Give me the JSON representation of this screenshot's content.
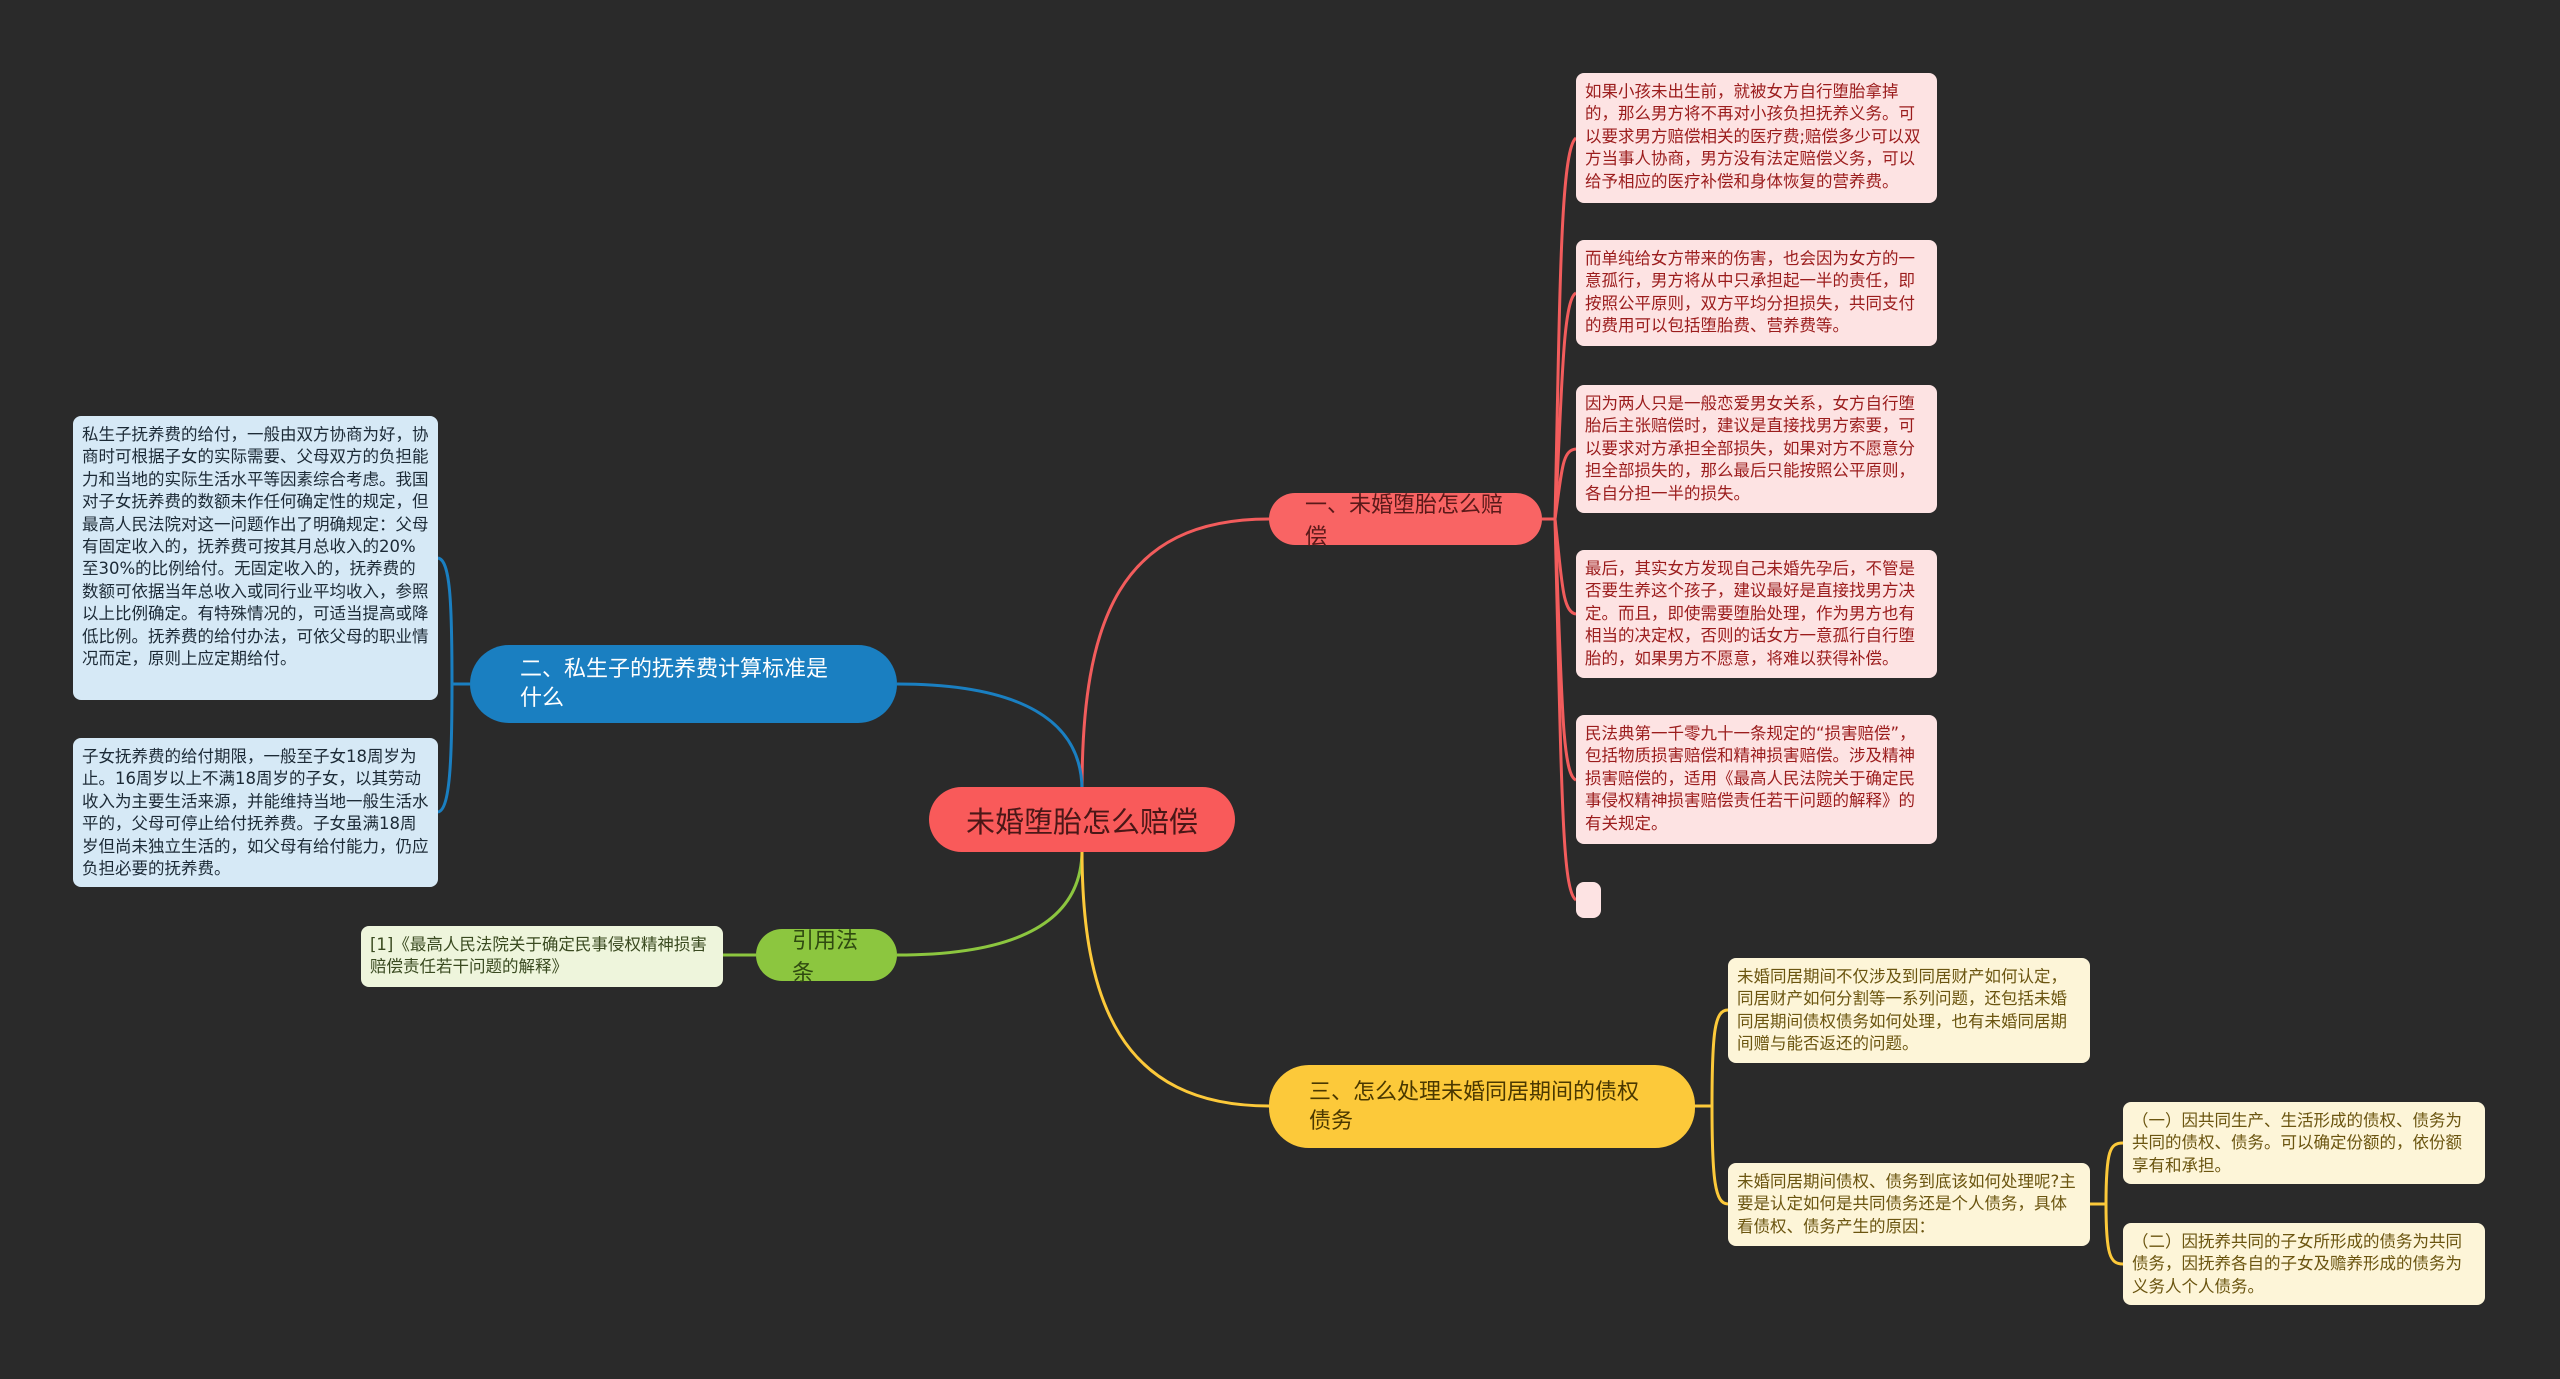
{
  "center": {
    "label": "未婚堕胎怎么赔偿"
  },
  "branches": [
    {
      "label": "一、未婚堕胎怎么赔偿",
      "color": "#f96464",
      "children": [
        "如果小孩未出生前，就被女方自行堕胎拿掉的，那么男方将不再对小孩负担抚养义务。可以要求男方赔偿相关的医疗费;赔偿多少可以双方当事人协商，男方没有法定赔偿义务，可以给予相应的医疗补偿和身体恢复的营养费。",
        "而单纯给女方带来的伤害，也会因为女方的一意孤行，男方将从中只承担起一半的责任，即按照公平原则，双方平均分担损失，共同支付的费用可以包括堕胎费、营养费等。",
        "因为两人只是一般恋爱男女关系，女方自行堕胎后主张赔偿时，建议是直接找男方索要，可以要求对方承担全部损失，如果对方不愿意分担全部损失的，那么最后只能按照公平原则，各自分担一半的损失。",
        "最后，其实女方发现自己未婚先孕后，不管是否要生养这个孩子，建议最好是直接找男方决定。而且，即使需要堕胎处理，作为男方也有相当的决定权，否则的话女方一意孤行自行堕胎的，如果男方不愿意，将难以获得补偿。",
        "民法典第一千零九十一条规定的“损害赔偿”，包括物质损害赔偿和精神损害赔偿。涉及精神损害赔偿的，适用《最高人民法院关于确定民事侵权精神损害赔偿责任若干问题的解释》的有关规定。",
        ""
      ]
    },
    {
      "label": "二、私生子的抚养费计算标准是什么",
      "color": "#1a7fc1",
      "children": [
        "私生子抚养费的给付，一般由双方协商为好，协商时可根据子女的实际需要、父母双方的负担能力和当地的实际生活水平等因素综合考虑。我国对子女抚养费的数额未作任何确定性的规定，但最高人民法院对这一问题作出了明确规定：父母有固定收入的，抚养费可按其月总收入的20%至30%的比例给付。无固定收入的，抚养费的数额可依据当年总收入或同行业平均收入，参照以上比例确定。有特殊情况的，可适当提高或降低比例。抚养费的给付办法，可依父母的职业情况而定，原则上应定期给付。",
        "子女抚养费的给付期限，一般至子女18周岁为止。16周岁以上不满18周岁的子女，以其劳动收入为主要生活来源，并能维持当地一般生活水平的，父母可停止给付抚养费。子女虽满18周岁但尚未独立生活的，如父母有给付能力，仍应负担必要的抚养费。"
      ]
    },
    {
      "label": "引用法条",
      "color": "#8cc63f",
      "children": [
        "[1]《最高人民法院关于确定民事侵权精神损害赔偿责任若干问题的解释》"
      ]
    },
    {
      "label": "三、怎么处理未婚同居期间的债权债务",
      "color": "#fcc93a",
      "children": [
        "未婚同居期间不仅涉及到同居财产如何认定，同居财产如何分割等一系列问题，还包括未婚同居期间债权债务如何处理，也有未婚同居期间赠与能否返还的问题。",
        "未婚同居期间债权、债务到底该如何处理呢?主要是认定如何是共同债务还是个人债务，具体看债权、债务产生的原因："
      ],
      "grandchildren": [
        "（一）因共同生产、生活形成的债权、债务为共同的债权、债务。可以确定份额的，依份额享有和承担。",
        "（二）因抚养共同的子女所形成的债务为共同债务，因抚养各自的子女及赡养形成的债务为义务人个人债务。"
      ]
    }
  ]
}
